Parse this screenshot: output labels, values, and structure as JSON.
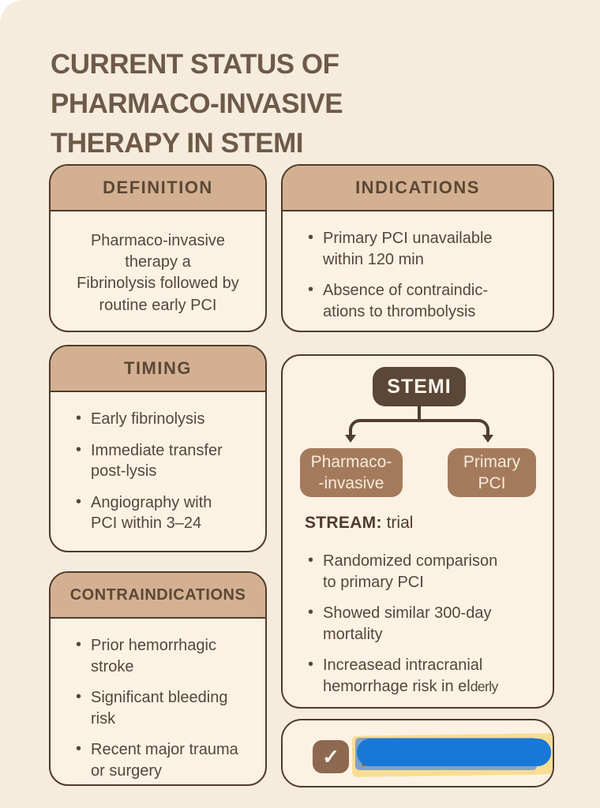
{
  "page": {
    "title": "CURRENT STATUS OF\nPHARMACO-INVASIVE\nTHERAPY IN STEMI"
  },
  "colors": {
    "page_bg": "#f6ecde",
    "card_bg": "#fbf2e4",
    "header_tan": "#d4b092",
    "border_brown": "#4f3b2b",
    "node_dark": "#5a4737",
    "node_medium": "#a37b5c",
    "checkbox_brown": "#8c6950",
    "scribble_blue": "#1878d8",
    "highlight_yellow": "#f8dd92"
  },
  "cards": {
    "definition": {
      "header": "DEFINITION",
      "body": "Pharmaco-invasive\ntherapy a\nFibrinolysis followed by\nroutine early PCI"
    },
    "indications": {
      "header": "INDICATIONS",
      "bullets": [
        "Primary PCI unavailable\nwithin 120 min",
        "Absence of contraindic-\nations to thrombolysis"
      ]
    },
    "timing": {
      "header": "TIMING",
      "bullets": [
        "Early fibrinolysis",
        "Immediate transfer\npost-lysis",
        "Angiography with\nPCI within 3–24"
      ]
    },
    "contraindications": {
      "header": "CONTRAINDICATIONS",
      "bullets": [
        "Prior hemorrhagic\nstroke",
        "Significant bleeding\nrisk",
        "Recent major trauma\nor surgery"
      ]
    },
    "flowchart": {
      "root": "STEMI",
      "branch_left": "Pharmaco-\n-invasive",
      "branch_right": "Primary\nPCI",
      "stream_label_bold": "STREAM:",
      "stream_label_rest": " trial",
      "bullets": [
        "Randomized comparison\nto primary PCI",
        "Showed similar 300-day\nmortality",
        "Increasead intracranial\nhemorrhage risk in el"
      ],
      "bullet3_suffix": "derly"
    },
    "action": {
      "check_glyph": "✓"
    }
  }
}
